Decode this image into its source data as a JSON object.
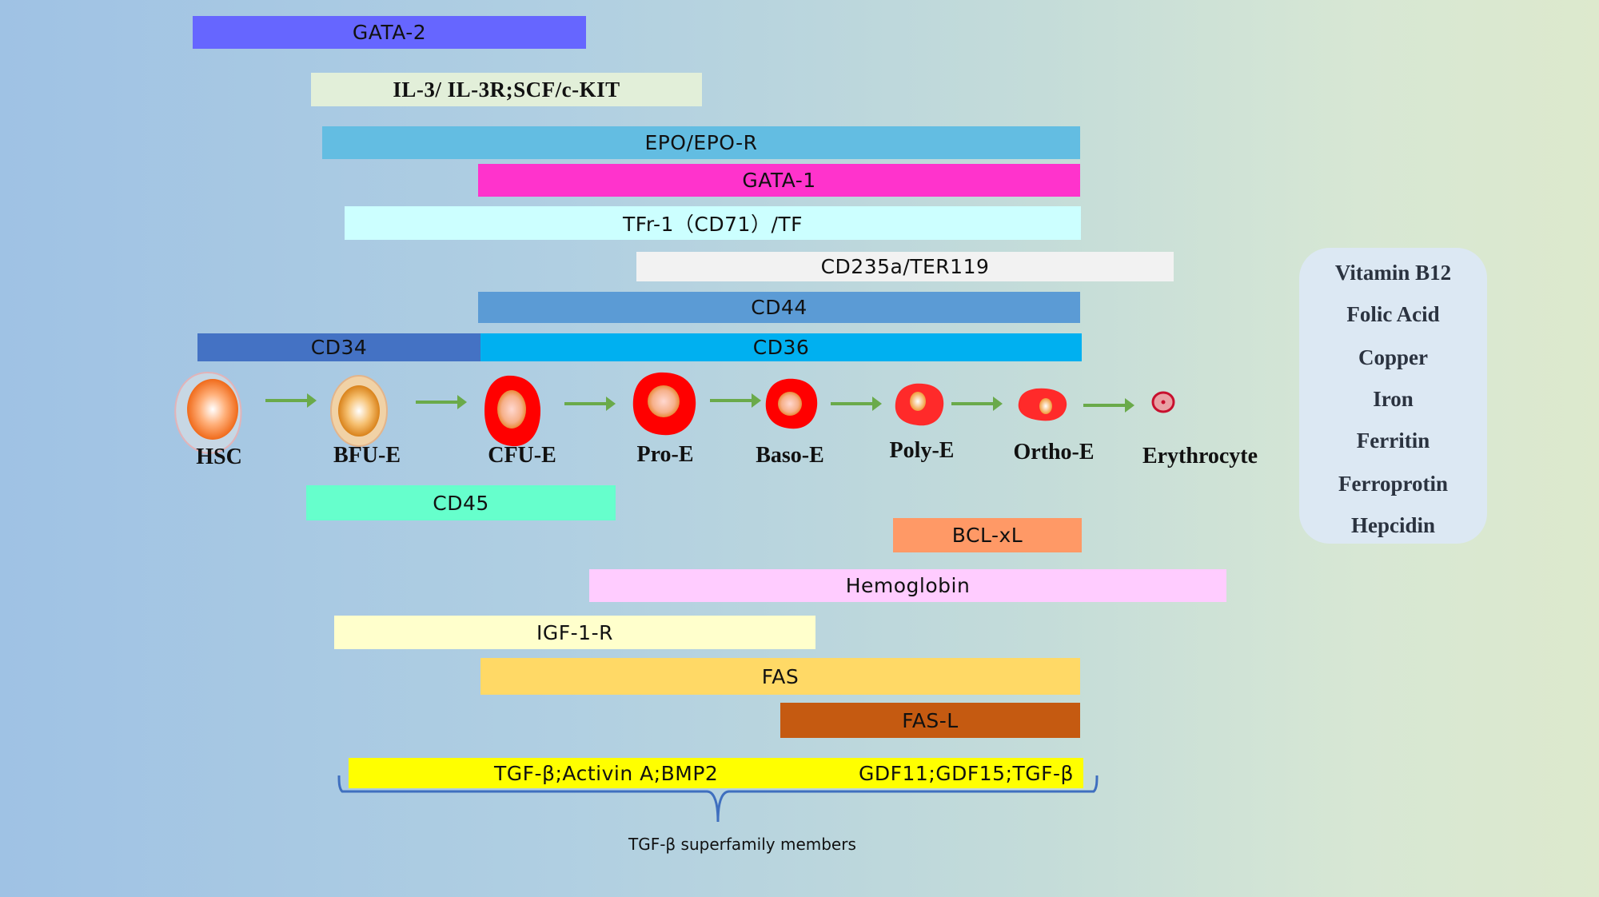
{
  "bars": {
    "gata2": {
      "label": "GATA-2",
      "color": "#6666ff"
    },
    "il3": {
      "label": "IL-3/ IL-3R;SCF/c-KIT",
      "color": "#e2efd9"
    },
    "epo": {
      "label": "EPO/EPO-R",
      "color": "#63bde2"
    },
    "gata1": {
      "label": "GATA-1",
      "color": "#ff33cc"
    },
    "tfr1": {
      "label": "TFr-1（CD71）/TF",
      "color": "#ccffff"
    },
    "cd235a": {
      "label": "CD235a/TER119",
      "color": "#f2f2f2"
    },
    "cd44": {
      "label": "CD44",
      "color": "#5b9bd5"
    },
    "cd34": {
      "label": "CD34",
      "color": "#4472c4"
    },
    "cd36": {
      "label": "CD36",
      "color": "#00b0f0"
    },
    "cd45": {
      "label": "CD45",
      "color": "#66ffcc"
    },
    "bclxl": {
      "label": "BCL-xL",
      "color": "#ff9966"
    },
    "hemoglobin": {
      "label": "Hemoglobin",
      "color": "#ffccff"
    },
    "igf1r": {
      "label": "IGF-1-R",
      "color": "#ffffcc"
    },
    "fas": {
      "label": "FAS",
      "color": "#ffd966"
    },
    "fasl": {
      "label": "FAS-L",
      "color": "#c55a11"
    },
    "tgf": {
      "label_left": "TGF-β;Activin A;BMP2",
      "label_right": "GDF11;GDF15;TGF-β",
      "color": "#ffff00"
    }
  },
  "stages": [
    "HSC",
    "BFU-E",
    "CFU-E",
    "Pro-E",
    "Baso-E",
    "Poly-E",
    "Ortho-E",
    "Erythrocyte"
  ],
  "brace_caption": "TGF-β superfamily members",
  "nutrients": [
    "Vitamin B12",
    "Folic Acid",
    "Copper",
    "Iron",
    "Ferritin",
    "Ferroprotin",
    "Hepcidin"
  ]
}
